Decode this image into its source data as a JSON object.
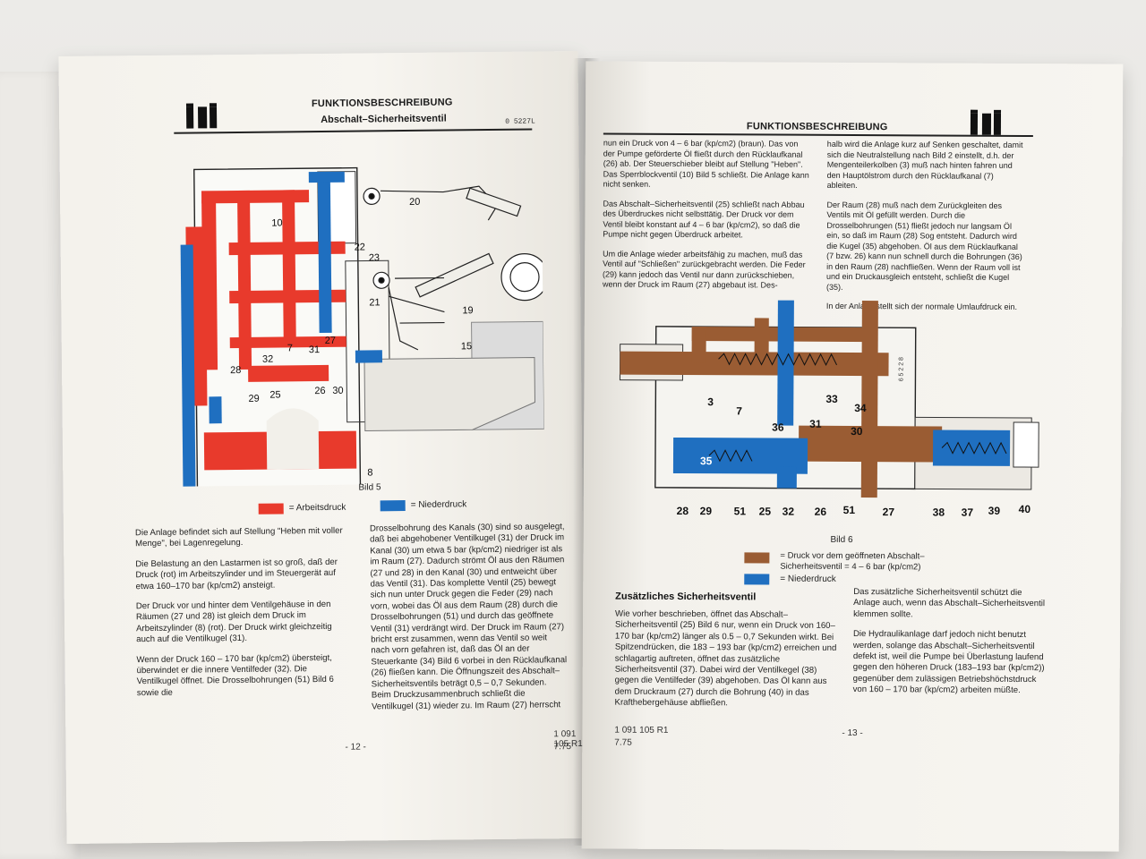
{
  "left_page": {
    "header_title": "FUNKTIONSBESCHREIBUNG",
    "header_subtitle": "Abschalt–Sicherheitsventil",
    "drawing_ref": "0 5227L",
    "figure_caption": "Bild 5",
    "figure_labels": [
      "10",
      "20",
      "22",
      "23",
      "21",
      "19",
      "15",
      "7",
      "31",
      "27",
      "32",
      "28",
      "29",
      "25",
      "26",
      "30",
      "8"
    ],
    "legend": [
      {
        "color": "#e83a2c",
        "label": "= Arbeitsdruck"
      },
      {
        "color": "#1f6fc0",
        "label": "= Niederdruck"
      }
    ],
    "col1": [
      "Die Anlage befindet sich auf Stellung \"Heben mit voller Menge\", bei Lagenregelung.",
      "Die Belastung an den Lastarmen ist so groß, daß der Druck (rot) im Arbeitszylinder und im Steuergerät auf etwa 160–170 bar (kp/cm2) ansteigt.",
      "Der Druck vor und hinter dem Ventilgehäuse in den Räumen (27 und 28) ist gleich dem Druck im Arbeitszylinder (8) (rot). Der Druck wirkt gleichzeitig auch auf die Ventilkugel (31).",
      "Wenn der Druck 160 – 170 bar (kp/cm2) übersteigt, überwindet er die innere Ventilfeder (32). Die Ventilkugel öffnet. Die Drosselbohrungen (51) Bild 6 sowie die"
    ],
    "col2": "Drosselbohrung des Kanals (30) sind so ausgelegt, daß bei abgehobener Ventilkugel (31) der Druck im Kanal (30) um etwa 5 bar (kp/cm2) niedriger ist als im Raum (27). Dadurch strömt Öl aus den Räumen (27 und 28) in den Kanal (30) und entweicht über das Ventil (31). Das komplette Ventil (25) bewegt sich nun unter Druck gegen die Feder (29) nach vorn, wobei das Öl aus dem Raum (28) durch die Drosselbohrungen (51) und durch das geöffnete Ventil (31) verdrängt wird. Der Druck im Raum (27) bricht erst zusammen, wenn das Ventil so weit nach vorn gefahren ist, daß das Öl an der Steuerkante (34) Bild 6 vorbei in den Rücklaufkanal (26) fließen kann. Die Öffnungszeit des Abschalt–Sicherheitsventils beträgt 0,5 – 0,7 Sekunden. Beim Druckzusammenbruch schließt die Ventilkugel (31) wieder zu. Im Raum (27) herrscht",
    "page_number": "- 12 -",
    "part_number": "1 091 105 R1",
    "date_code": "7.75"
  },
  "right_page": {
    "header_title": "FUNKTIONSBESCHREIBUNG",
    "drawing_ref": "6 5 2 2 8",
    "col1_top": [
      "nun ein Druck von 4 – 6 bar (kp/cm2) (braun). Das von der Pumpe geförderte Öl fließt durch den Rücklaufkanal (26) ab. Der Steuerschieber bleibt auf Stellung \"Heben\". Das Sperrblockventil (10) Bild 5 schließt. Die Anlage kann nicht senken.",
      "Das Abschalt–Sicherheitsventil (25) schließt nach Abbau des Überdruckes nicht selbsttätig. Der Druck vor dem Ventil bleibt konstant auf 4 – 6 bar (kp/cm2), so daß die Pumpe nicht gegen Überdruck arbeitet.",
      "Um die Anlage wieder arbeitsfähig zu machen, muß das Ventil auf \"Schließen\" zurückgebracht werden. Die Feder (29) kann jedoch das Ventil nur dann zurückschieben, wenn der Druck im Raum (27) abgebaut ist. Des-"
    ],
    "col2_top": [
      "halb wird die Anlage kurz auf Senken geschaltet, damit sich die Neutralstellung nach Bild 2 einstellt, d.h. der Mengenteilerkolben (3) muß nach hinten fahren und den Hauptölstrom durch den Rücklaufkanal (7) ableiten.",
      "Der Raum (28) muß nach dem Zurückgleiten des Ventils mit Öl gefüllt werden. Durch die Drosselbohrungen (51) fließt jedoch nur langsam Öl ein, so daß im Raum (28) Sog entsteht. Dadurch wird die Kugel (35) abgehoben. Öl aus dem Rücklaufkanal (7 bzw. 26) kann nun schnell durch die Bohrungen (36) in den Raum (28) nachfließen. Wenn der Raum voll ist und ein Druckausgleich entsteht, schließt die Kugel (35).",
      "In der Anlage stellt sich der normale Umlaufdruck ein."
    ],
    "figure_labels_top": [
      "3",
      "7",
      "33",
      "34",
      "36",
      "31",
      "30",
      "35"
    ],
    "figure_labels_bottom": [
      "28",
      "29",
      "51",
      "25",
      "32",
      "26",
      "51",
      "27",
      "38",
      "37",
      "39",
      "40"
    ],
    "figure_caption": "Bild 6",
    "legend": [
      {
        "color": "#9a5c33",
        "label": "= Druck vor dem geöffneten Abschalt– Sicherheitsventil = 4 – 6 bar (kp/cm2)"
      },
      {
        "color": "#1f6fc0",
        "label": "= Niederdruck"
      }
    ],
    "section_heading": "Zusätzliches Sicherheitsventil",
    "col1_bottom": "Wie vorher beschrieben, öffnet das Abschalt–Sicherheitsventil (25) Bild 6 nur, wenn ein Druck von 160–170 bar (kp/cm2) länger als 0.5 – 0,7 Sekunden wirkt. Bei Spitzendrücken, die 183 – 193 bar (kp/cm2) erreichen und schlagartig auftreten, öffnet das zusätzliche Sicherheitsventil (37). Dabei wird der Ventilkegel (38) gegen die Ventilfeder (39) abgehoben. Das Öl kann aus dem Druckraum (27) durch die Bohrung (40) in das Krafthebergehäuse abfließen.",
    "col2_bottom": [
      "Das zusätzliche Sicherheitsventil schützt die Anlage auch, wenn das Abschalt–Sicherheitsventil klemmen sollte.",
      "Die Hydraulikanlage darf jedoch nicht benutzt werden, solange das Abschalt–Sicherheitsventil defekt ist, weil die Pumpe bei Überlastung laufend gegen den höheren Druck (183–193 bar (kp/cm2)) gegenüber dem zulässigen Betriebshöchstdruck von 160 – 170 bar (kp/cm2) arbeiten müßte."
    ],
    "part_number": "1 091 105 R1",
    "date_code": "7.75",
    "page_number": "- 13 -"
  }
}
